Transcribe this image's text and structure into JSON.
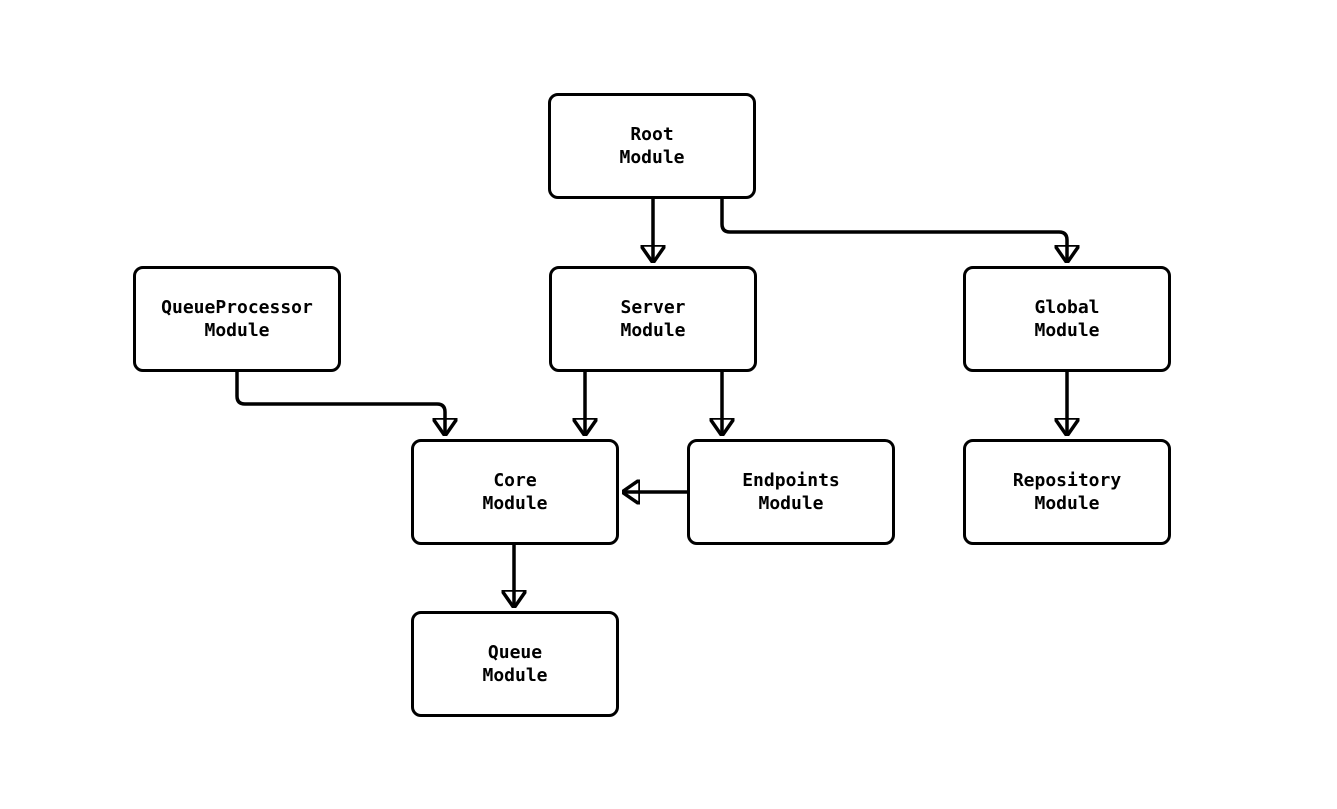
{
  "diagram": {
    "background_color": "#ffffff",
    "stroke_color": "#000000",
    "text_color": "#000000",
    "nodes": {
      "root": {
        "line1": "Root",
        "line2": "Module"
      },
      "queue_processor": {
        "line1": "QueueProcessor",
        "line2": "Module"
      },
      "server": {
        "line1": "Server",
        "line2": "Module"
      },
      "global": {
        "line1": "Global",
        "line2": "Module"
      },
      "core": {
        "line1": "Core",
        "line2": "Module"
      },
      "endpoints": {
        "line1": "Endpoints",
        "line2": "Module"
      },
      "repository": {
        "line1": "Repository",
        "line2": "Module"
      },
      "queue": {
        "line1": "Queue",
        "line2": "Module"
      }
    },
    "edges": [
      {
        "from": "Root Module",
        "to": "Server Module"
      },
      {
        "from": "Root Module",
        "to": "Global Module"
      },
      {
        "from": "QueueProcessor Module",
        "to": "Core Module"
      },
      {
        "from": "Server Module",
        "to": "Core Module"
      },
      {
        "from": "Server Module",
        "to": "Endpoints Module"
      },
      {
        "from": "Endpoints Module",
        "to": "Core Module"
      },
      {
        "from": "Global Module",
        "to": "Repository Module"
      },
      {
        "from": "Core Module",
        "to": "Queue Module"
      }
    ]
  }
}
